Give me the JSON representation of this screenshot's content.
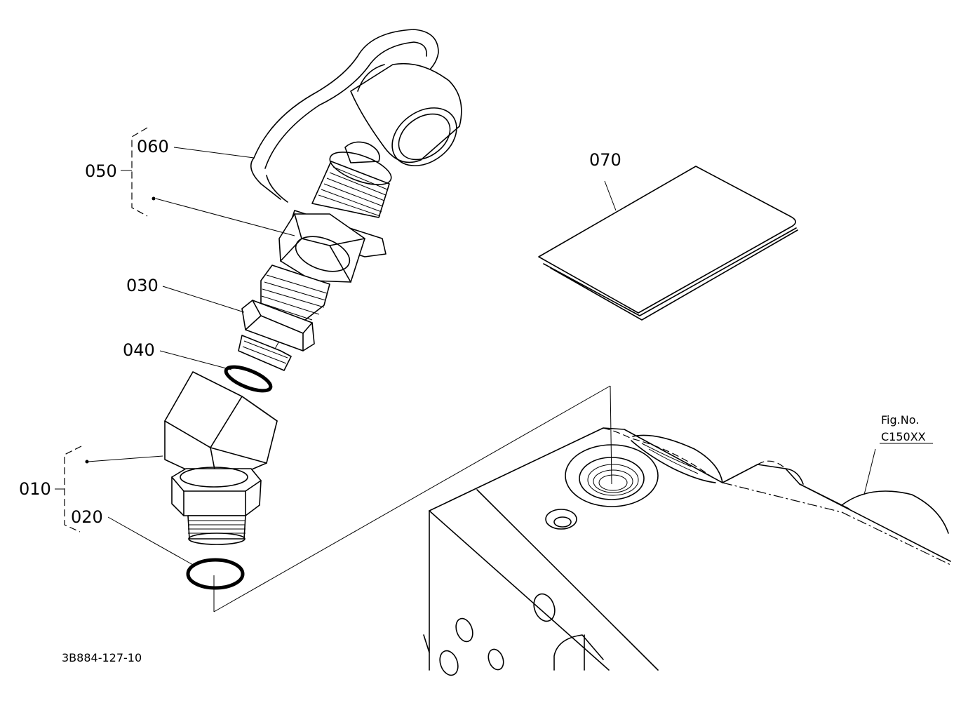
{
  "labels": {
    "p010": "010",
    "p020": "020",
    "p030": "030",
    "p040": "040",
    "p050": "050",
    "p060": "060",
    "p070": "070"
  },
  "figure": {
    "fig_label": "Fig.No.",
    "fig_number": "C150XX",
    "drawing_code": "3B884-127-10"
  }
}
